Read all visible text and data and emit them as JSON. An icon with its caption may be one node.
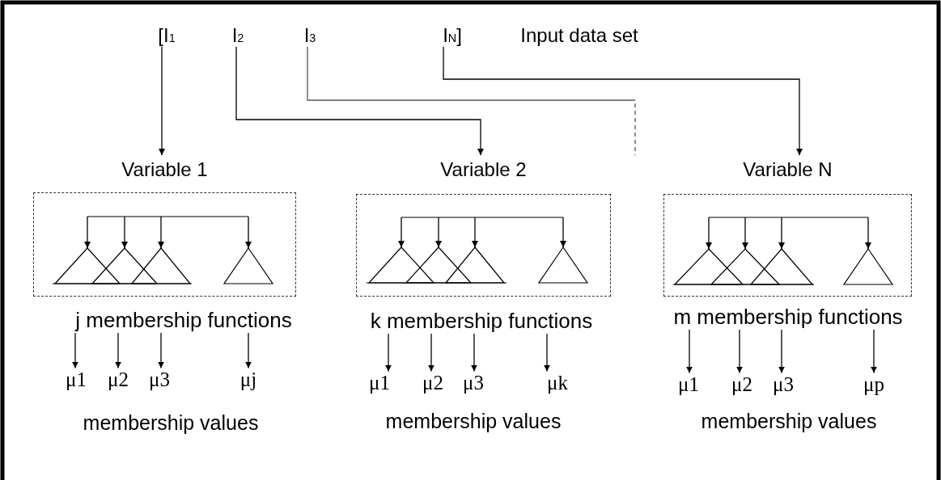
{
  "diagram": {
    "nodes": [
      {
        "text": [
          "[I$_{1}$"
        ]
      },
      {
        "text": [
          "I$_{2}$"
        ]
      },
      {
        "text": [
          "I$_{3}$"
        ]
      },
      {
        "text": [
          "I$_{N}$]"
        ]
      },
      {
        "text": [
          "Variable 1"
        ]
      },
      {
        "text": [],
        "shape": "triangle",
        "in": 4
      },
      {
        "text": [],
        "shape": "triangle",
        "in": 4
      },
      {
        "text": [],
        "shape": "triangle",
        "in": 4
      },
      {
        "text": [],
        "shape": "triangle",
        "in": 4
      },
      {
        "text": [
          "j membership functions"
        ]
      },
      {
        "text": [
          "μ1"
        ]
      },
      {
        "text": [
          "μ2"
        ]
      },
      {
        "text": [
          "μ3"
        ]
      },
      {
        "text": [
          "μj"
        ]
      },
      {
        "text": [
          "Variable 2"
        ]
      },
      {
        "text": [],
        "shape": "triangle",
        "in": 14
      },
      {
        "text": [],
        "shape": "triangle",
        "in": 14
      },
      {
        "text": [],
        "shape": "triangle",
        "in": 14
      },
      {
        "text": [],
        "shape": "triangle",
        "in": 14
      },
      {
        "text": [
          "k membership functions"
        ]
      },
      {
        "text": [
          "μ1"
        ]
      },
      {
        "text": [
          "μ2"
        ]
      },
      {
        "text": [
          "μ3"
        ]
      },
      {
        "text": [
          "μk"
        ]
      },
      {
        "text": [
          "Variable N"
        ]
      },
      {
        "text": [],
        "shape": "triangle",
        "in": 24
      },
      {
        "text": [],
        "shape": "triangle",
        "in": 24
      },
      {
        "text": [],
        "shape": "triangle",
        "in": 24
      },
      {
        "text": [],
        "shape": "triangle",
        "in": 24
      },
      {
        "text": [
          "m membership functions"
        ]
      },
      {
        "text": [
          "μ1"
        ]
      },
      {
        "text": [
          "μ2"
        ]
      },
      {
        "text": [
          "μ3"
        ]
      },
      {
        "text": [
          "μp"
        ]
      }
    ],
    "edges": [
      {
        "from": 0,
        "to": 4,
        "arrow": "to"
      },
      {
        "from": 1,
        "to": 14,
        "arrow": "to"
      },
      {
        "from": 2,
        "to": null,
        "arrow": "none",
        "style": "dashed"
      },
      {
        "from": 3,
        "to": 24,
        "arrow": "to"
      },
      {
        "from": null,
        "to": 5,
        "arrow": "to"
      },
      {
        "from": null,
        "to": 6,
        "arrow": "to"
      },
      {
        "from": null,
        "to": 7,
        "arrow": "to"
      },
      {
        "from": null,
        "to": 8,
        "arrow": "to"
      },
      {
        "from": 9,
        "to": 10,
        "arrow": "to"
      },
      {
        "from": 9,
        "to": 11,
        "arrow": "to"
      },
      {
        "from": 9,
        "to": 12,
        "arrow": "to"
      },
      {
        "from": 9,
        "to": 13,
        "arrow": "to"
      },
      {
        "from": null,
        "to": 15,
        "arrow": "to"
      },
      {
        "from": null,
        "to": 16,
        "arrow": "to"
      },
      {
        "from": null,
        "to": 17,
        "arrow": "to"
      },
      {
        "from": null,
        "to": 18,
        "arrow": "to"
      },
      {
        "from": 19,
        "to": 20,
        "arrow": "to"
      },
      {
        "from": 19,
        "to": 21,
        "arrow": "to"
      },
      {
        "from": 19,
        "to": 22,
        "arrow": "to"
      },
      {
        "from": 19,
        "to": 23,
        "arrow": "to"
      },
      {
        "from": null,
        "to": 25,
        "arrow": "to"
      },
      {
        "from": null,
        "to": 26,
        "arrow": "to"
      },
      {
        "from": null,
        "to": 27,
        "arrow": "to"
      },
      {
        "from": null,
        "to": 28,
        "arrow": "to"
      },
      {
        "from": 29,
        "to": 30,
        "arrow": "to"
      },
      {
        "from": 29,
        "to": 31,
        "arrow": "to"
      },
      {
        "from": 29,
        "to": 32,
        "arrow": "to"
      },
      {
        "from": 29,
        "to": 33,
        "arrow": "to"
      }
    ],
    "labels": [
      "Input data set",
      "membership values",
      "membership values",
      "membership values"
    ]
  }
}
